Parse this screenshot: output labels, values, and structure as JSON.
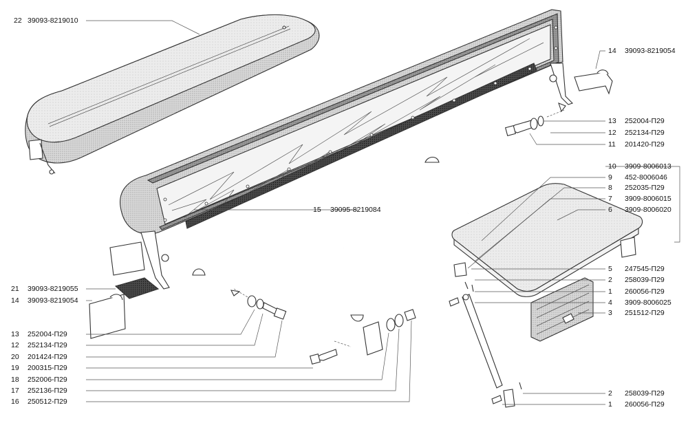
{
  "callouts": [
    {
      "id": "c22",
      "num": "22",
      "code": "39093-8219010"
    },
    {
      "id": "c14t",
      "num": "14",
      "code": "39093-8219054"
    },
    {
      "id": "c13t",
      "num": "13",
      "code": "252004-П29"
    },
    {
      "id": "c12t",
      "num": "12",
      "code": "252134-П29"
    },
    {
      "id": "c11",
      "num": "11",
      "code": "201420-П29"
    },
    {
      "id": "c10",
      "num": "10",
      "code": "3909-8006013"
    },
    {
      "id": "c9",
      "num": "9",
      "code": "452-8006046"
    },
    {
      "id": "c8",
      "num": "8",
      "code": "252035-П29"
    },
    {
      "id": "c7",
      "num": "7",
      "code": "3909-8006015"
    },
    {
      "id": "c6",
      "num": "6",
      "code": "3909-8006020"
    },
    {
      "id": "c15",
      "num": "15",
      "code": "39095-8219084"
    },
    {
      "id": "c5",
      "num": "5",
      "code": "247545-П29"
    },
    {
      "id": "c2a",
      "num": "2",
      "code": "258039-П29"
    },
    {
      "id": "c1a",
      "num": "1",
      "code": "260056-П29"
    },
    {
      "id": "c4",
      "num": "4",
      "code": "3909-8006025"
    },
    {
      "id": "c3",
      "num": "3",
      "code": "251512-П29"
    },
    {
      "id": "c21",
      "num": "21",
      "code": "39093-8219055"
    },
    {
      "id": "c14b",
      "num": "14",
      "code": "39093-8219054"
    },
    {
      "id": "c13b",
      "num": "13",
      "code": "252004-П29"
    },
    {
      "id": "c12b",
      "num": "12",
      "code": "252134-П29"
    },
    {
      "id": "c20",
      "num": "20",
      "code": "201424-П29"
    },
    {
      "id": "c19",
      "num": "19",
      "code": "200315-П29"
    },
    {
      "id": "c18",
      "num": "18",
      "code": "252006-П29"
    },
    {
      "id": "c17",
      "num": "17",
      "code": "252136-П29"
    },
    {
      "id": "c16",
      "num": "16",
      "code": "250512-П29"
    },
    {
      "id": "c2b",
      "num": "2",
      "code": "258039-П29"
    },
    {
      "id": "c1b",
      "num": "1",
      "code": "260056-П29"
    }
  ]
}
